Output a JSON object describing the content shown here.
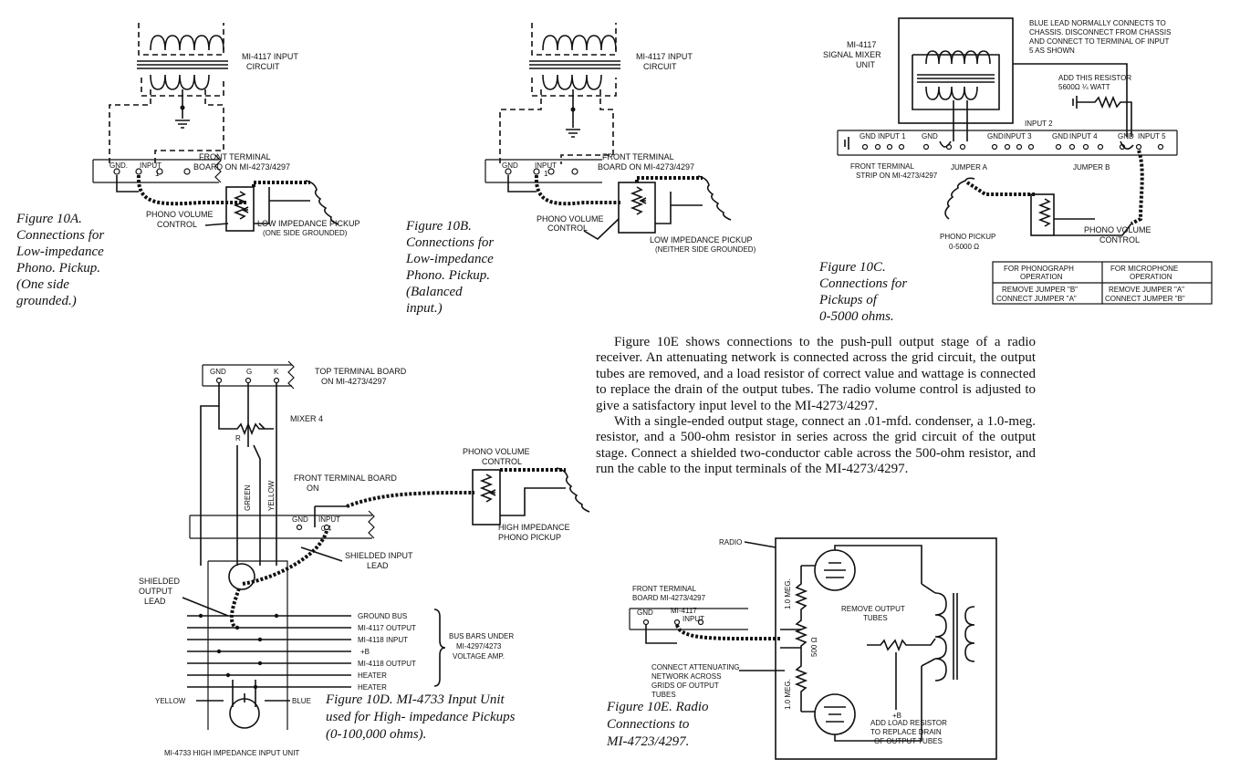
{
  "fig10a": {
    "transformer": "MI-4117 INPUT",
    "transformer2": "CIRCUIT",
    "gnd": "GND.",
    "input": "INPUT",
    "input_num": "1",
    "board1": "FRONT TERMINAL",
    "board2": "BOARD ON MI-4273/4297",
    "volume1": "PHONO VOLUME",
    "volume2": "CONTROL",
    "pickup1": "LOW IMPEDANCE PICKUP",
    "pickup2": "(ONE SIDE GROUNDED)",
    "caption": [
      "Figure 10A.",
      "Connections for",
      "Low-impedance",
      "Phono. Pickup.",
      "(One side",
      "grounded.)"
    ]
  },
  "fig10b": {
    "transformer": "MI-4117 INPUT",
    "transformer2": "CIRCUIT",
    "gnd": "GND",
    "input": "INPUT",
    "input_num": "1",
    "board1": "FRONT TERMINAL",
    "board2": "BOARD ON MI-4273/4297",
    "volume1": "PHONO VOLUME",
    "volume2": "CONTROL",
    "pickup1": "LOW IMPEDANCE PICKUP",
    "pickup2": "(NEITHER SIDE GROUNDED)",
    "caption": [
      "Figure 10B.",
      "Connections for",
      "Low-impedance",
      "Phono. Pickup.",
      "(Balanced",
      "input.)"
    ]
  },
  "fig10c": {
    "unit1": "MI-4117",
    "unit2": "SIGNAL MIXER",
    "unit3": "UNIT",
    "blue1": "BLUE LEAD NORMALLY CONNECTS TO",
    "blue2": "CHASSIS. DISCONNECT FROM CHASSIS",
    "blue3": "AND CONNECT TO TERMINAL OF INPUT",
    "blue4": "5 AS SHOWN",
    "resistor1": "ADD THIS RESISTOR",
    "resistor2": "5600Ω ¼ WATT",
    "input2": "INPUT 2",
    "strip_labels": [
      "GND",
      "INPUT 1",
      "GND",
      "GND",
      "INPUT 3",
      "GND",
      "INPUT 4",
      "GND",
      "INPUT 5"
    ],
    "strip1": "FRONT TERMINAL",
    "strip2": "STRIP ON MI-4273/4297",
    "jumper_a": "JUMPER A",
    "jumper_b": "JUMPER B",
    "pickup1": "PHONO PICKUP",
    "pickup2": "0-5000 Ω",
    "volume1": "PHONO VOLUME",
    "volume2": "CONTROL",
    "table": {
      "h1a": "FOR PHONOGRAPH",
      "h1b": "OPERATION",
      "h2a": "FOR MICROPHONE",
      "h2b": "OPERATION",
      "c1a": "REMOVE JUMPER \"B\"",
      "c1b": "CONNECT JUMPER \"A\"",
      "c2a": "REMOVE JUMPER \"A\"",
      "c2b": "CONNECT JUMPER \"B\""
    },
    "caption": [
      "Figure 10C.",
      "Connections for",
      "Pickups of",
      "0-5000 ohms."
    ]
  },
  "fig10d": {
    "top_board1": "TOP TERMINAL BOARD",
    "top_board2": "ON MI-4273/4297",
    "top_terms": [
      "GND",
      "G",
      "K"
    ],
    "mixer": "MIXER 4",
    "r": "R",
    "green": "GREEN",
    "yellow": "YELLOW",
    "front1": "FRONT TERMINAL BOARD",
    "front2": "ON",
    "gnd": "GND",
    "input": "INPUT",
    "input_num": "0 4",
    "volume1": "PHONO VOLUME",
    "volume2": "CONTROL",
    "pickup1": "HIGH IMPEDANCE",
    "pickup2": "PHONO PICKUP",
    "shielded_input1": "SHIELDED INPUT",
    "shielded_input2": "LEAD",
    "shielded_output1": "SHIELDED",
    "shielded_output2": "OUTPUT",
    "shielded_output3": "LEAD",
    "buses": [
      "GROUND BUS",
      "MI-4117 OUTPUT",
      "MI-4118 INPUT",
      "+B",
      "MI-4118 OUTPUT",
      "HEATER",
      "HEATER"
    ],
    "bus_note1": "BUS BARS UNDER",
    "bus_note2": "MI-4297/4273",
    "bus_note3": "VOLTAGE AMP.",
    "yellow_bottom": "YELLOW",
    "blue_bottom": "BLUE",
    "unit_label": "MI-4733 HIGH IMPEDANCE INPUT UNIT",
    "caption1a": "Figure 10D.  MI-4733 Input Unit",
    "caption2": "used for High- impedance Pickups",
    "caption3": "(0-100,000 ohms)."
  },
  "text10e": [
    "Figure 10E shows connections to the push-pull output stage of a radio receiver.  An attenuating network is connected across the grid circuit, the output tubes are removed, and a load resistor of correct value and wattage is connected to replace the drain of the output tubes. The radio volume control is adjusted to give a satisfactory input level to the MI-4273/4297.",
    "With a single-ended output stage, connect an .01-mfd. condenser, a 1.0-meg. resistor, and a 500-ohm resistor in series across the grid circuit of the output stage.  Connect a shielded two-conductor cable across the 500-ohm resistor, and run the cable to the input terminals of the MI-4273/4297."
  ],
  "fig10e": {
    "radio": "RADIO",
    "board1": "FRONT TERMINAL",
    "board2": "BOARD MI-4273/4297",
    "gnd": "GND",
    "mi": "MI-4117",
    "input": "INPUT",
    "r1": "1.0 MEG.",
    "r2": "500 Ω",
    "r3": "1.0 MEG.",
    "remove1": "REMOVE OUTPUT",
    "remove2": "TUBES",
    "connect1": "CONNECT ATTENUATING",
    "connect2": "NETWORK ACROSS",
    "connect3": "GRIDS OF OUTPUT",
    "connect4": "TUBES",
    "plusb": "+B",
    "load1": "ADD LOAD RESISTOR",
    "load2": "TO REPLACE DRAIN",
    "load3": "OF OUTPUT TUBES",
    "caption": [
      "Figure 10E.  Radio",
      "Connections to",
      "MI-4723/4297."
    ]
  }
}
